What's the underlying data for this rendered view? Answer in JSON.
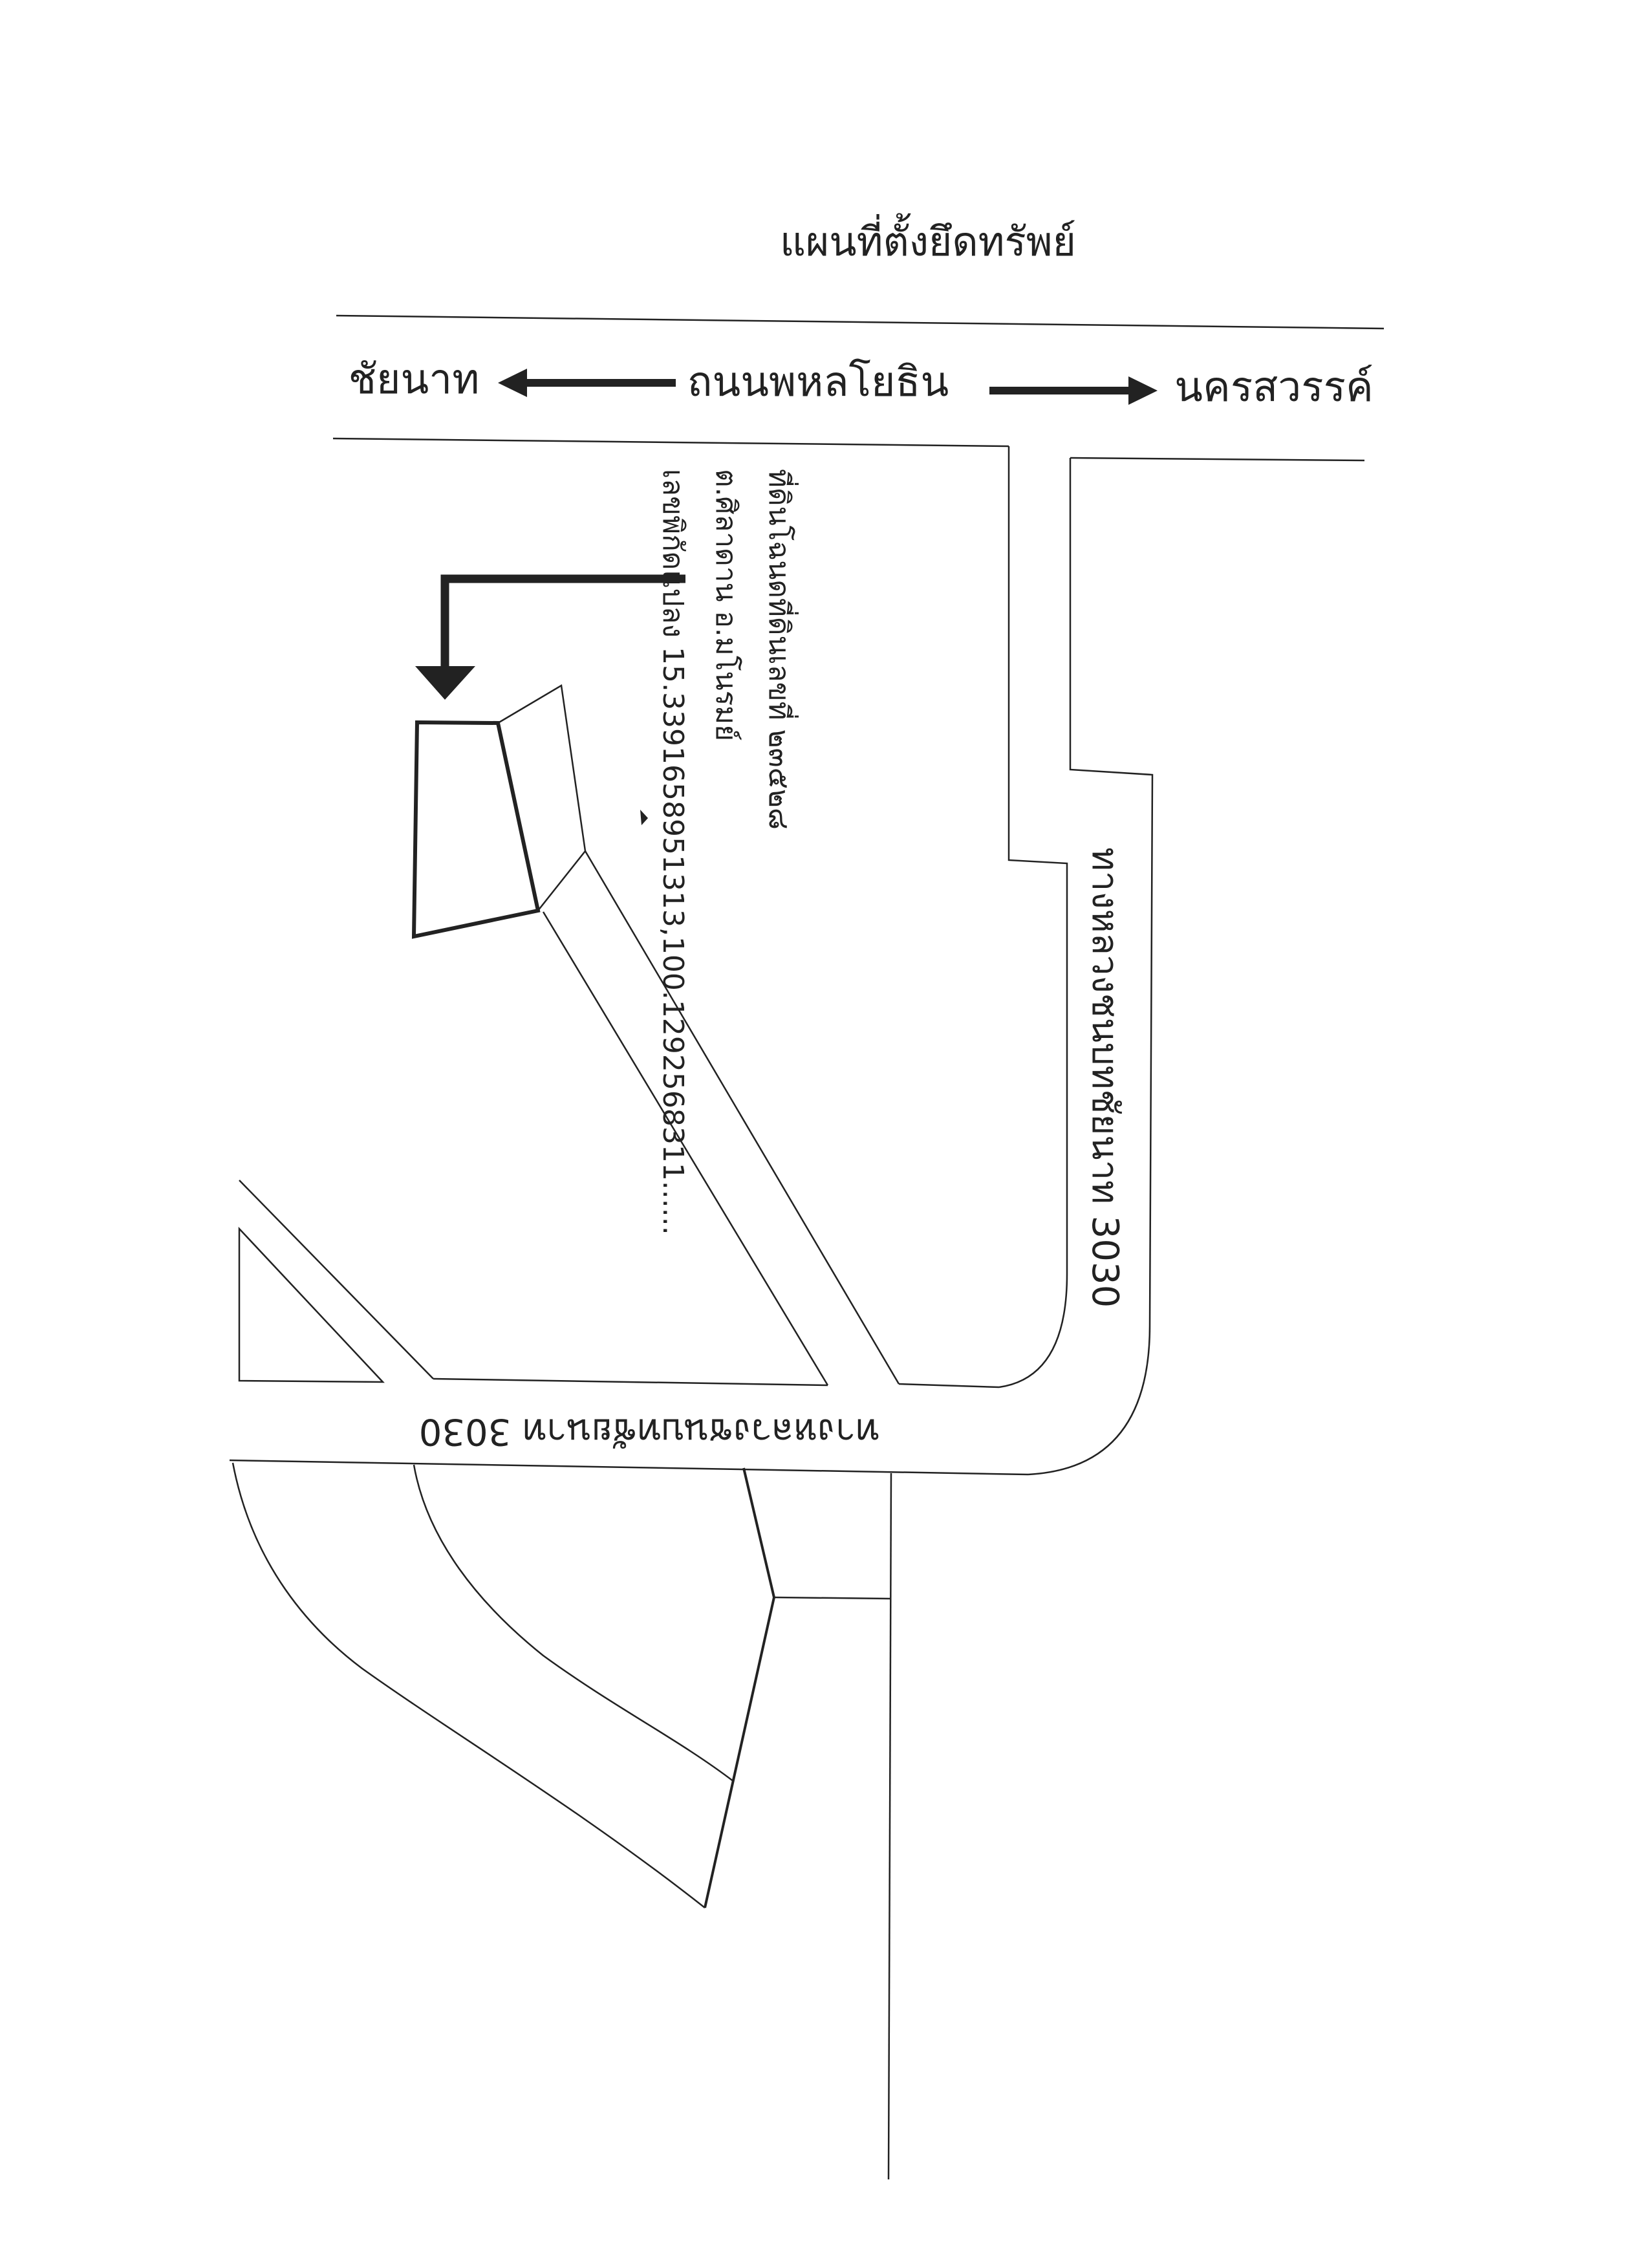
{
  "title": "แผนที่ตั้งยึดทรัพย์",
  "main_road": {
    "name": "ถนนพหลโยธิน",
    "west_destination": "ชัยนาท",
    "east_destination": "นครสวรรค์"
  },
  "highway_vertical_label": "ทางหลวงชนบทชัยนาท 3030",
  "highway_horizontal_label": "ทางหลวงชนบทชัยนาท 3030",
  "property_info": {
    "line1": "ที่ดินโฉนดที่ดินเลขที่ ๒๓๕๒๘",
    "line2": "ต.ศิลาดาน อ.มโนรมย์",
    "line3": "เลขพิกัดแปลง 15.3391658951313,100.1292568311......"
  },
  "colors": {
    "ink": "#222222",
    "paper": "#ffffff"
  }
}
